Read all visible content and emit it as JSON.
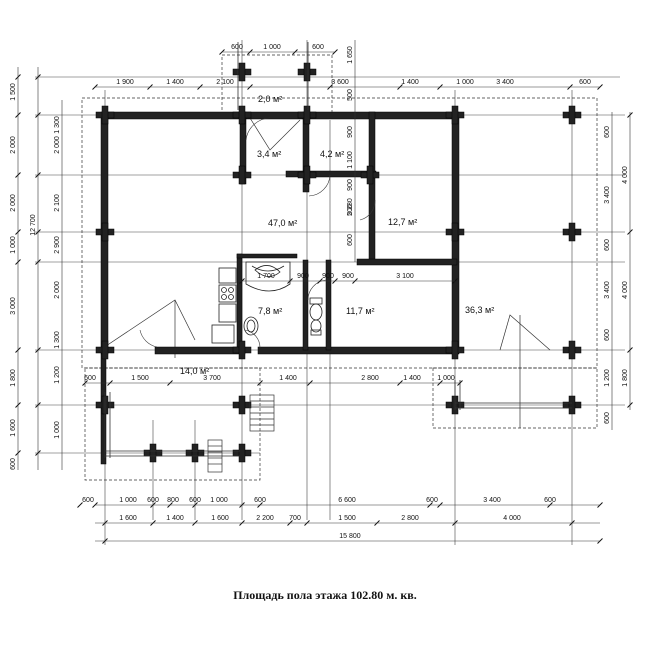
{
  "caption": "Площадь пола этажа 102.80 м. кв.",
  "rooms": {
    "terrace_top": "2,0 м²",
    "hall": "3,4 м²",
    "bath_top": "4,2 м²",
    "living": "47,0 м²",
    "bedroom_ne": "12,7 м²",
    "kitchen": "7,8 м²",
    "bedroom_mid": "11,7 м²",
    "terrace_e": "36,3 м²",
    "porch": "14,0 м²"
  },
  "dims": {
    "top_row": [
      "600",
      "1 000",
      "600"
    ],
    "row2": [
      "1 900",
      "1 400",
      "2 100",
      "3 600",
      "1 400",
      "1 000",
      "3 400",
      "600"
    ],
    "bottom_row1": [
      "600",
      "1 000",
      "600",
      "800",
      "600",
      "1 000",
      "600",
      "6 600",
      "600",
      "3 400",
      "600"
    ],
    "bottom_row2": [
      "1 600",
      "1 400",
      "1 600",
      "2 200",
      "700",
      "1 500",
      "2 800",
      "4 000"
    ],
    "bottom_total": "15 800",
    "mid_row": [
      "600",
      "1 500",
      "3 700",
      "1 400",
      "2 800",
      "1 400",
      "1 000"
    ],
    "inner_row": [
      "1 700",
      "900",
      "900",
      "900",
      "3 100"
    ],
    "left_outer": [
      "1 500",
      "2 000",
      "2 000",
      "1 000",
      "3 000",
      "1 800",
      "1 600",
      "600"
    ],
    "left_total": "12 700",
    "left_inner": [
      "1 300",
      "2 000",
      "2 100",
      "2 900",
      "2 000",
      "1 300",
      "1 200",
      "1 000"
    ],
    "right_outer": [
      "4 000",
      "4 000",
      "1 800"
    ],
    "right_inner": [
      "600",
      "3 400",
      "600",
      "3 400",
      "600",
      "1 200",
      "600"
    ],
    "center_v": [
      "1 650",
      "500",
      "900",
      "1 100",
      "900",
      "500",
      "600",
      "2 280"
    ]
  },
  "icons": [
    "column-cross-icon",
    "bathtub-icon",
    "toilet-icon",
    "sink-icon",
    "stove-icon",
    "stairs-icon"
  ]
}
